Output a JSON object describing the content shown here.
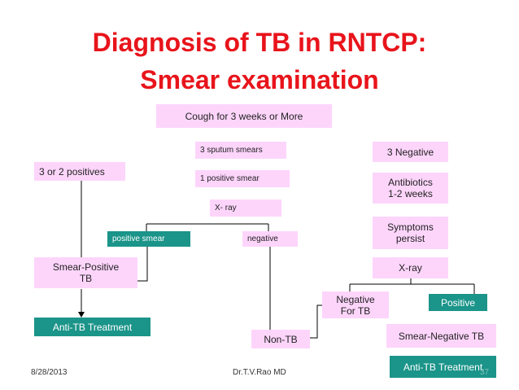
{
  "slide": {
    "title_line1": "Diagnosis of TB in RNTCP:",
    "title_line2": "Smear examination"
  },
  "flowchart": {
    "cough": "Cough for 3 weeks or More",
    "sputum_smears": "3 sputum smears",
    "one_positive_smear": "1 positive smear",
    "xray_mid": "X- ray",
    "three_or_two_positives": "3 or 2 positives",
    "positive_smear": "positive smear",
    "negative_mid": "negative",
    "smear_positive_tb_line1": "Smear-Positive",
    "smear_positive_tb_line2": "TB",
    "anti_tb_left": "Anti-TB Treatment",
    "non_tb": "Non-TB",
    "three_negative": "3 Negative",
    "antibiotics_line1": "Antibiotics",
    "antibiotics_line2": "1-2 weeks",
    "symptoms_line1": "Symptoms",
    "symptoms_line2": "persist",
    "xray_right": "X-ray",
    "negative_for_tb_line1": "Negative",
    "negative_for_tb_line2": "For TB",
    "positive_right": "Positive",
    "smear_negative_tb": "Smear-Negative TB",
    "anti_tb_right": "Anti-TB Treatment"
  },
  "footer": {
    "date": "8/28/2013",
    "author": "Dr.T.V.Rao MD",
    "page_number": "37"
  },
  "colors": {
    "title": "#e8141b",
    "pink_box": "#fdd5fb",
    "teal_box": "#1b9489"
  }
}
